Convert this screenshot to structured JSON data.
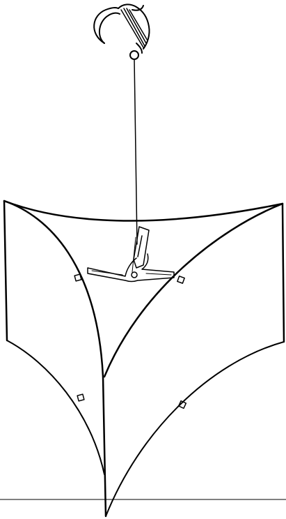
{
  "illustration": {
    "subject": "hanging-three-panel-display-drawing",
    "colors": {
      "background": "#ffffff",
      "line": "#000000"
    },
    "icons": [
      "hook-icon",
      "hanging-wire",
      "tri-arm-bracket",
      "panel-clip-icon",
      "panel",
      "floor-line"
    ]
  }
}
